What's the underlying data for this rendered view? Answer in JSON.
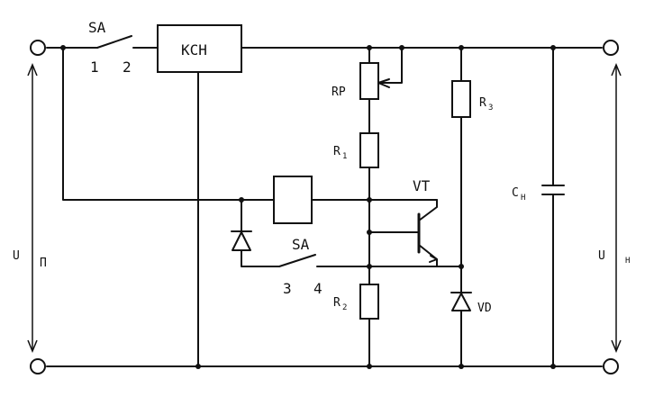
{
  "labels": {
    "switch_top": "SA",
    "pin1": "1",
    "pin2": "2",
    "kcn": "КСН",
    "rp": "RP",
    "r1": "R",
    "r1_sub": "1",
    "r2": "R",
    "r2_sub": "2",
    "r3": "R",
    "r3_sub": "3",
    "transistor": "VT",
    "switch_bottom": "SA",
    "pin3": "3",
    "pin4": "4",
    "vd": "VD",
    "cap": "C",
    "cap_sub": "H",
    "u_in": "U",
    "u_in_sub": "П",
    "u_out": "U",
    "u_out_sub": "H"
  }
}
